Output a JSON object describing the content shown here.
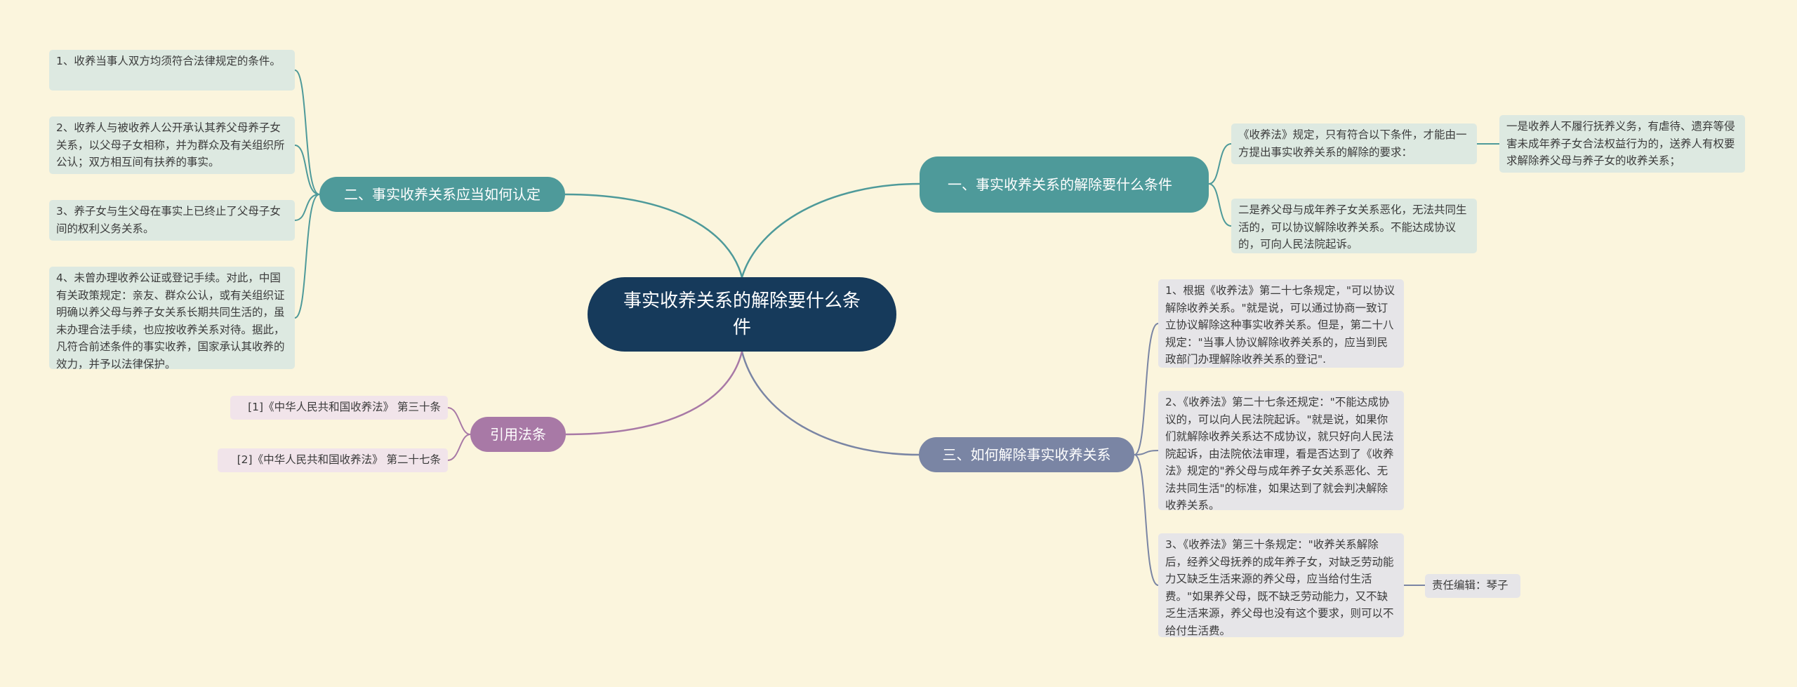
{
  "root": {
    "label": "事实收养关系的解除要什么条件"
  },
  "branch1": {
    "label": "一、事实收养关系的解除要什么条件",
    "items": [
      {
        "text": "《收养法》规定，只有符合以下条件，才能由一方提出事实收养关系的解除的要求："
      },
      {
        "text": "二是养父母与成年养子女关系恶化，无法共同生活的，可以协议解除收养关系。不能达成协议的，可向人民法院起诉。"
      }
    ],
    "sub": {
      "text": "一是收养人不履行抚养义务，有虐待、遗弃等侵害未成年养子女合法权益行为的，送养人有权要求解除养父母与养子女的收养关系；"
    }
  },
  "branch2": {
    "label": "二、事实收养关系应当如何认定",
    "items": [
      {
        "text": "1、收养当事人双方均须符合法律规定的条件。"
      },
      {
        "text": "2、收养人与被收养人公开承认其养父母养子女关系，以父母子女相称，并为群众及有关组织所公认；双方相互间有扶养的事实。"
      },
      {
        "text": "3、养子女与生父母在事实上已终止了父母子女间的权利义务关系。"
      },
      {
        "text": "4、未曾办理收养公证或登记手续。对此，中国有关政策规定：亲友、群众公认，或有关组织证明确以养父母与养子女关系长期共同生活的，虽未办理合法手续，也应按收养关系对待。据此，凡符合前述条件的事实收养，国家承认其收养的效力，并予以法律保护。"
      }
    ]
  },
  "branch3": {
    "label": "三、如何解除事实收养关系",
    "items": [
      {
        "text": "1、根据《收养法》第二十七条规定，\"可以协议解除收养关系。\"就是说，可以通过协商一致订立协议解除这种事实收养关系。但是，第二十八规定：\"当事人协议解除收养关系的，应当到民政部门办理解除收养关系的登记\"."
      },
      {
        "text": "2、《收养法》第二十七条还规定：\"不能达成协议的，可以向人民法院起诉。\"就是说，如果你们就解除收养关系达不成协议，就只好向人民法院起诉，由法院依法审理，看是否达到了《收养法》规定的\"养父母与成年养子女关系恶化、无法共同生活\"的标准，如果达到了就会判决解除收养关系。"
      },
      {
        "text": "3、《收养法》第三十条规定：\"收养关系解除后，经养父母抚养的成年养子女，对缺乏劳动能力又缺乏生活来源的养父母，应当给付生活费。\"如果养父母，既不缺乏劳动能力，又不缺乏生活来源，养父母也没有这个要求，则可以不给付生活费。"
      }
    ],
    "sub": {
      "text": "责任编辑：琴子"
    }
  },
  "branch4": {
    "label": "引用法条",
    "items": [
      {
        "text": "[1]《中华人民共和国收养法》 第三十条"
      },
      {
        "text": "[2]《中华人民共和国收养法》 第二十七条"
      }
    ]
  },
  "colors": {
    "background": "#fbf5dd",
    "root": "#163a5b",
    "teal": "#4e9a9a",
    "slate": "#7a85a4",
    "purple": "#a879a6",
    "leaf_teal": "#dde9e1",
    "leaf_gray": "#e6e5e8",
    "leaf_pink": "#f1e4ea"
  }
}
